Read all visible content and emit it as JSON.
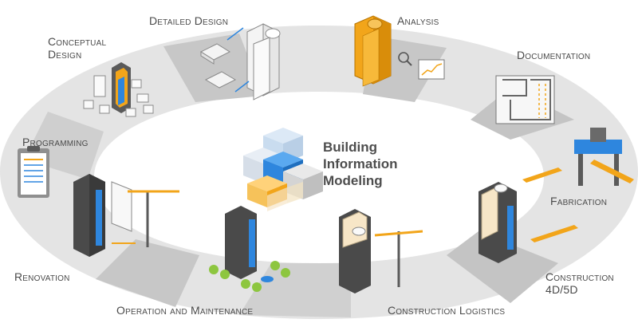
{
  "title": {
    "line1": "Building",
    "line2": "Information",
    "line3": "Modeling"
  },
  "stages": {
    "detailed_design": "Detailed Design",
    "analysis": "Analysis",
    "conceptual_design_line1": "Conceptual",
    "conceptual_design_line2": "Design",
    "documentation": "Documentation",
    "programming": "Programming",
    "fabrication": "Fabrication",
    "renovation": "Renovation",
    "construction_line1": "Construction",
    "construction_line2": "4D/5D",
    "operation_maintenance": "Operation and Maintenance",
    "construction_logistics": "Construction Logistics"
  },
  "colors": {
    "ring": "#e3e3e3",
    "ring_dark": "#b5b5b5",
    "accent_blue": "#2e86de",
    "accent_orange": "#f2a51a",
    "building_dark": "#4a4a4a",
    "tree_green": "#8dc63f"
  },
  "icons": {
    "detailed_design": "building-sketch-icon",
    "analysis": "analysis-building-icon",
    "conceptual_design": "massing-model-icon",
    "documentation": "floor-plan-icon",
    "programming": "clipboard-icon",
    "fabrication": "fabrication-machine-icon",
    "renovation": "crane-building-icon",
    "construction": "construction-building-icon",
    "operation_maintenance": "park-building-icon",
    "construction_logistics": "logistics-crane-icon"
  }
}
